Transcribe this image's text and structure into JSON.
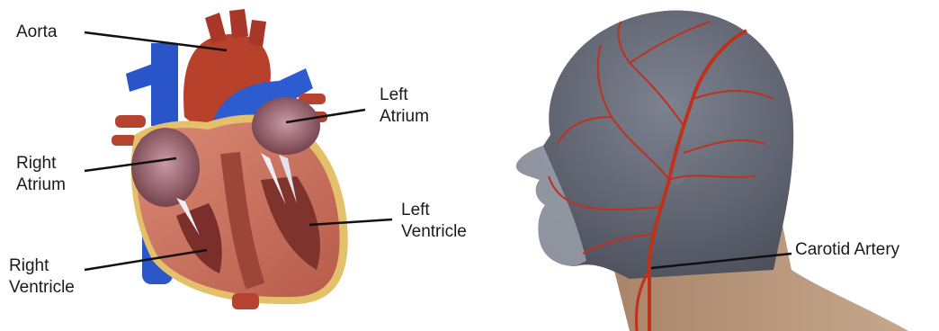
{
  "heart": {
    "labels": {
      "aorta": [
        "Aorta"
      ],
      "left_atrium": [
        "Left",
        "Atrium"
      ],
      "right_atrium": [
        "Right",
        "Atrium"
      ],
      "left_ventricle": [
        "Left",
        "Ventricle"
      ],
      "right_ventricle": [
        "Right",
        "Ventricle"
      ]
    }
  },
  "head": {
    "labels": {
      "carotid_artery": [
        "Carotid Artery"
      ]
    }
  },
  "colors": {
    "aorta_red": "#b8412c",
    "vena_blue": "#2a55c8",
    "muscle": "#c9705c",
    "fat_yellow": "#e5c06a",
    "skin_gray": "#8c8f98",
    "artery_red": "#c0311c",
    "leader_line": "#111111"
  }
}
